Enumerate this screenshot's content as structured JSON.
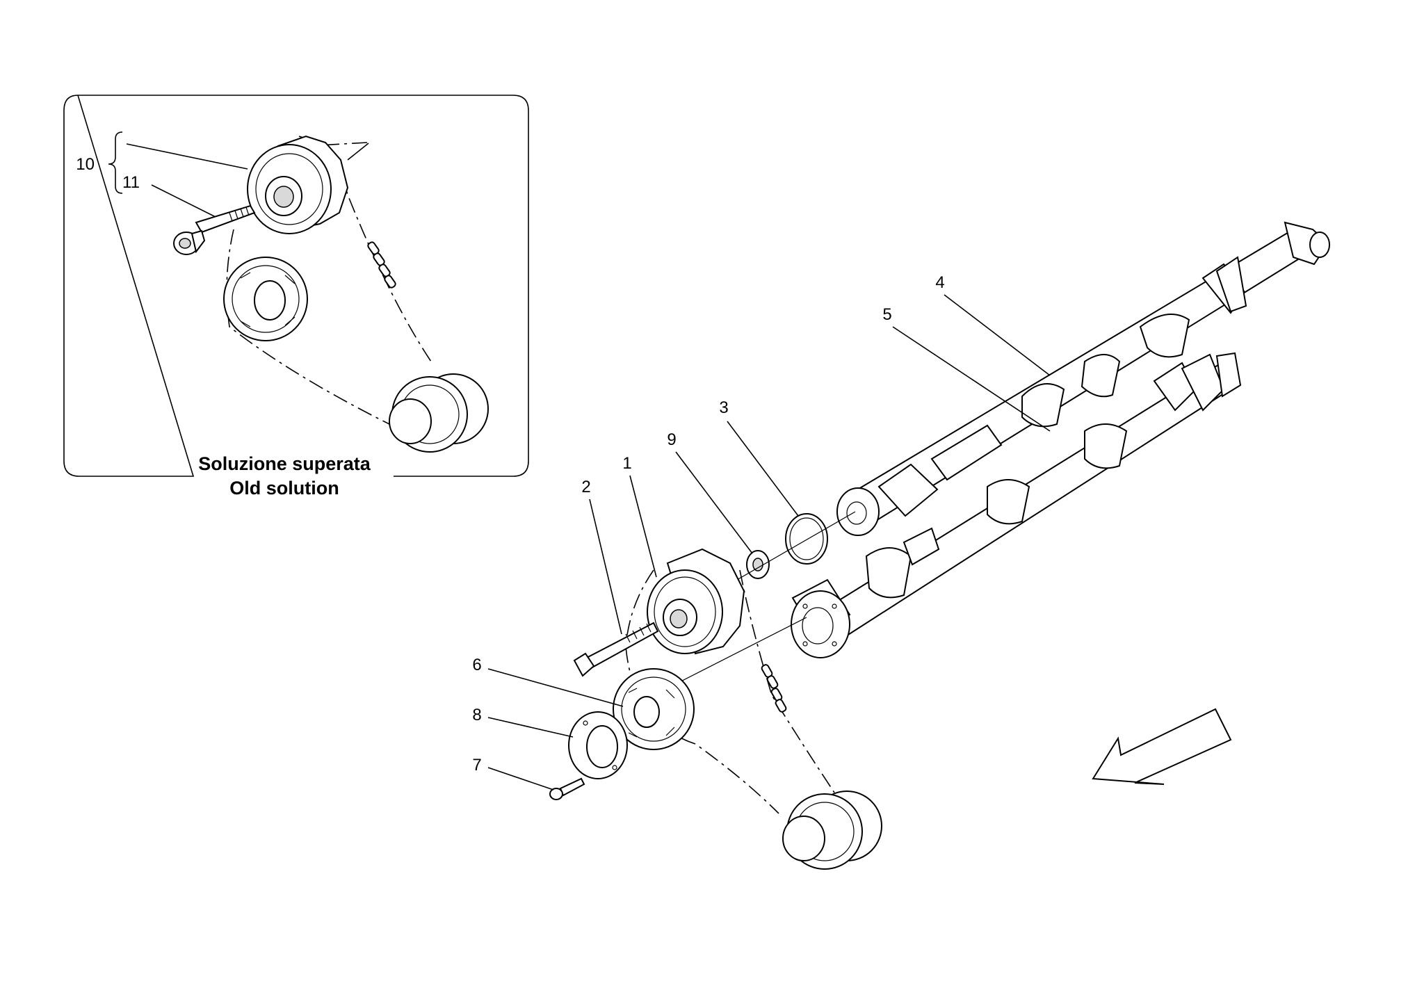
{
  "inset": {
    "caption_it": "Soluzione superata",
    "caption_en": "Old solution",
    "labels": {
      "p10": "10",
      "p11": "11"
    }
  },
  "labels": {
    "p1": "1",
    "p2": "2",
    "p3": "3",
    "p4": "4",
    "p5": "5",
    "p6": "6",
    "p7": "7",
    "p8": "8",
    "p9": "9"
  },
  "icons": {
    "direction": "arrow-down-left-icon"
  }
}
